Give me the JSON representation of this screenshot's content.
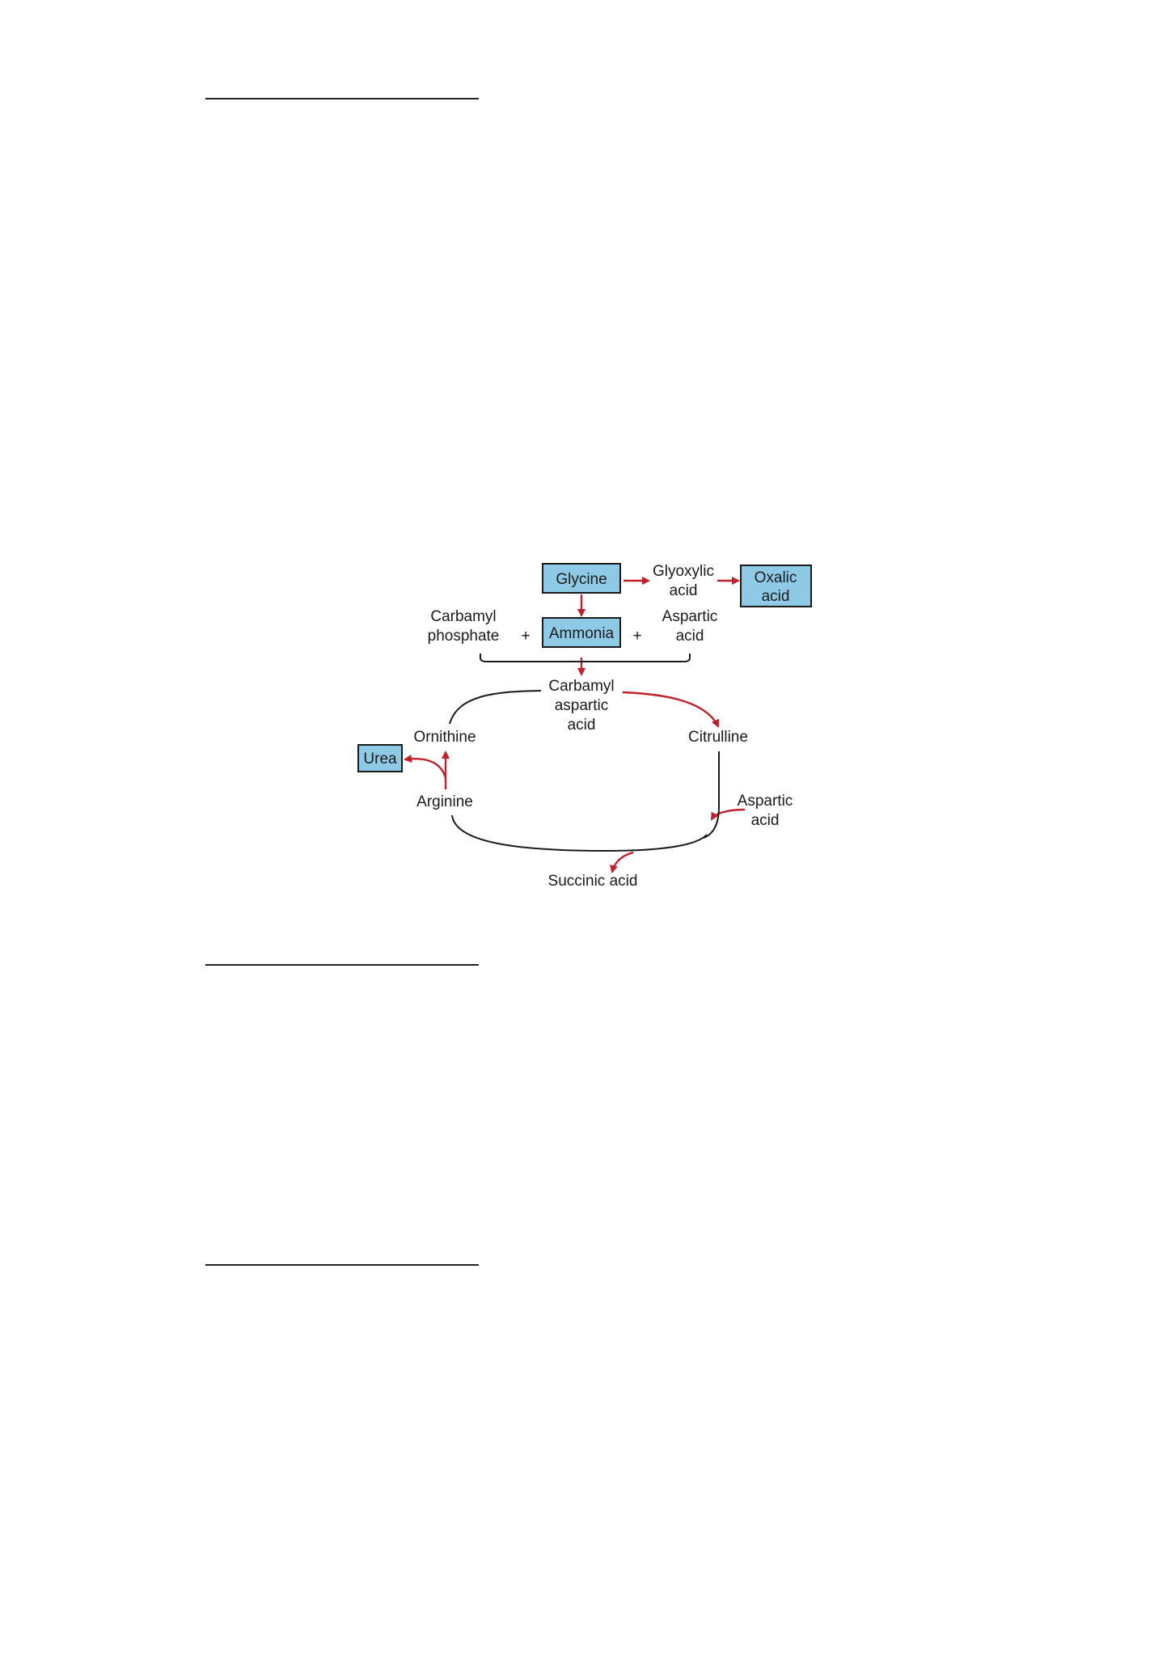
{
  "diagram": {
    "boxes": {
      "glycine": "Glycine",
      "ammonia": "Ammonia",
      "oxalic_acid": [
        "Oxalic",
        "acid"
      ],
      "urea": "Urea"
    },
    "labels": {
      "glyoxylic_acid": [
        "Glyoxylic",
        "acid"
      ],
      "carbamyl_phosphate": [
        "Carbamyl",
        "phosphate"
      ],
      "aspartic_acid_top": [
        "Aspartic",
        "acid"
      ],
      "plus_left": "+",
      "plus_right": "+",
      "carbamyl_aspartic_acid": [
        "Carbamyl",
        "aspartic",
        "acid"
      ],
      "ornithine": "Ornithine",
      "citrulline": "Citrulline",
      "arginine": "Arginine",
      "aspartic_acid_right": [
        "Aspartic",
        "acid"
      ],
      "succinic_acid": "Succinic acid"
    },
    "colors": {
      "box_fill": "#8ecae6",
      "arrow": "#c0202a",
      "line": "#1a1a1a"
    }
  }
}
